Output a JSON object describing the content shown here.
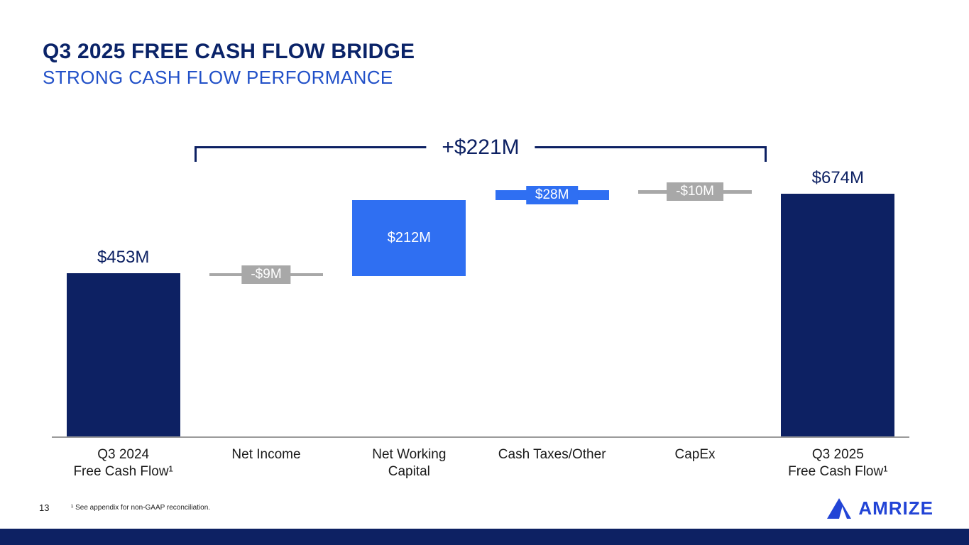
{
  "slide": {
    "title": "Q3 2025 FREE CASH FLOW BRIDGE",
    "subtitle": "STRONG CASH FLOW PERFORMANCE",
    "page_number": "13",
    "footnote": "¹ See appendix for non-GAAP reconciliation.",
    "logo_text": "AMRIZE"
  },
  "colors": {
    "navy": "#0D2163",
    "blue": "#2F6FF2",
    "gray": "#A8A8A8",
    "title_navy": "#0A2368",
    "subtitle_blue": "#2150C8",
    "logo_blue": "#2244D6",
    "axis_line_gray": "#9B9B9B",
    "axis_label_text": "#1A1A1A"
  },
  "chart_data": {
    "type": "waterfall",
    "title": "Q3 2025 FREE CASH FLOW BRIDGE",
    "unit": "$M (USD millions)",
    "grid": false,
    "legend": false,
    "y_axis_visible": false,
    "ylim": [
      0,
      720
    ],
    "categories": [
      "Q3 2024 Free Cash Flow¹",
      "Net Income",
      "Net Working Capital",
      "Cash Taxes/Other",
      "CapEx",
      "Q3 2025 Free Cash Flow¹"
    ],
    "bars": [
      {
        "name": "Q3 2024 Free Cash Flow",
        "category_lines": [
          "Q3 2024",
          "Free Cash Flow¹"
        ],
        "kind": "total",
        "value": 453,
        "value_label": "$453M",
        "color_key": "navy",
        "label_placement": "above"
      },
      {
        "name": "Net Income",
        "category_lines": [
          "Net Income"
        ],
        "kind": "delta",
        "value": -9,
        "value_label": "-$9M",
        "color_key": "gray",
        "label_placement": "badge"
      },
      {
        "name": "Net Working Capital",
        "category_lines": [
          "Net Working",
          "Capital"
        ],
        "kind": "delta",
        "value": 212,
        "value_label": "$212M",
        "color_key": "blue",
        "label_placement": "inside"
      },
      {
        "name": "Cash Taxes/Other",
        "category_lines": [
          "Cash Taxes/Other"
        ],
        "kind": "delta",
        "value": 28,
        "value_label": "$28M",
        "color_key": "blue",
        "label_placement": "badge"
      },
      {
        "name": "CapEx",
        "category_lines": [
          "CapEx"
        ],
        "kind": "delta",
        "value": -10,
        "value_label": "-$10M",
        "color_key": "gray",
        "label_placement": "badge"
      },
      {
        "name": "Q3 2025 Free Cash Flow",
        "category_lines": [
          "Q3 2025",
          "Free Cash Flow¹"
        ],
        "kind": "total",
        "value": 674,
        "value_label": "$674M",
        "color_key": "navy",
        "label_placement": "above"
      }
    ],
    "bridge_annotation": {
      "text": "+$221M",
      "total_change": 221,
      "from_category_index": 1,
      "to_category_index": 4
    }
  }
}
